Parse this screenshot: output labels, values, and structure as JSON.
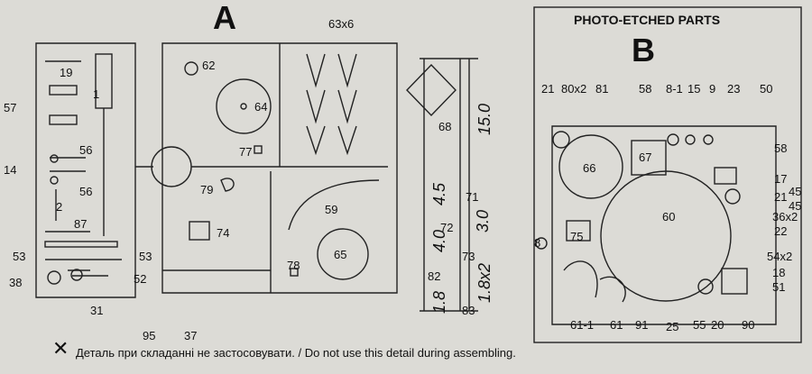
{
  "sheet_a": {
    "letter": "A",
    "labels": {
      "p19": "19",
      "p1": "1",
      "p57": "57",
      "p56a": "56",
      "p14": "14",
      "p56b": "56",
      "p2": "2",
      "p87": "87",
      "p53a": "53",
      "p53b": "53",
      "p38": "38",
      "p52": "52",
      "p31": "31",
      "p62": "62",
      "p64": "64",
      "p63x6": "63x6",
      "p77": "77",
      "p79": "79",
      "p74": "74",
      "p59": "59",
      "p65": "65",
      "p78": "78",
      "p95": "95",
      "p37": "37"
    }
  },
  "template_dims": {
    "p68": "68",
    "p71": "71",
    "p72": "72",
    "p73": "73",
    "p82": "82",
    "p83": "83",
    "d15": "15.0",
    "d45": "4.5",
    "d30": "3.0",
    "d40": "4.0",
    "d18a": "1.8",
    "d18b": "1.8x2"
  },
  "sheet_b": {
    "title": "PHOTO-ETCHED PARTS",
    "letter": "B",
    "labels": {
      "p21a": "21",
      "p80x2": "80x2",
      "p81": "81",
      "p58a": "58",
      "p8_1": "8-1",
      "p15": "15",
      "p9": "9",
      "p23": "23",
      "p50": "50",
      "p66": "66",
      "p67": "67",
      "p58b": "58",
      "p17": "17",
      "p45a": "45",
      "p21b": "21",
      "p45b": "45",
      "p36x2": "36x2",
      "p60": "60",
      "p22": "22",
      "p8": "8",
      "p75": "75",
      "p54x2": "54x2",
      "p18": "18",
      "p51": "51",
      "p61_1": "61-1",
      "p61": "61",
      "p91": "91",
      "p25": "25",
      "p55": "55",
      "p20": "20",
      "p90": "90"
    }
  },
  "footer": {
    "mark": "✕",
    "text": "Деталь при складанні не застосовувати. / Do not use this detail during assembling."
  }
}
